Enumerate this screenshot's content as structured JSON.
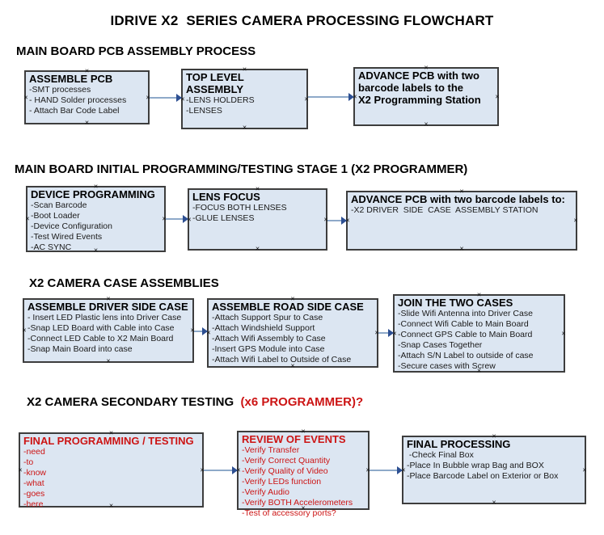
{
  "title": "IDRIVE X2  SERIES CAMERA PROCESSING FLOWCHART",
  "colors": {
    "box_fill": "#dce6f2",
    "box_border": "#3d3d3d",
    "arrow_line": "#8ea9c9",
    "arrow_head": "#2d4f92",
    "accent_red": "#cc1414"
  },
  "sections": [
    {
      "heading": "MAIN BOARD PCB ASSEMBLY PROCESS"
    },
    {
      "heading": "MAIN BOARD INITIAL PROGRAMMING/TESTING STAGE 1 (X2 PROGRAMMER)"
    },
    {
      "heading": "X2 CAMERA CASE ASSEMBLIES"
    },
    {
      "heading": "X2 CAMERA SECONDARY TESTING ",
      "heading_suffix": " (x6 PROGRAMMER)?"
    }
  ],
  "boxes": {
    "assemble_pcb": {
      "title": "ASSEMBLE PCB",
      "items": [
        "-SMT processes",
        "- HAND Solder processes",
        "- Attach Bar Code Label"
      ]
    },
    "top_level_assembly": {
      "title": "TOP LEVEL ASSEMBLY",
      "items": [
        "-LENS HOLDERS",
        "-LENSES"
      ]
    },
    "advance_pcb_programming_station": {
      "title": "ADVANCE PCB with two\nbarcode labels to the\n X2 Programming Station",
      "items": []
    },
    "device_programming": {
      "title": "DEVICE PROGRAMMING",
      "items": [
        "-Scan Barcode",
        "-Boot Loader",
        "-Device Configuration",
        "-Test Wired Events",
        "-AC SYNC"
      ]
    },
    "lens_focus": {
      "title": "LENS FOCUS",
      "items": [
        "-FOCUS BOTH LENSES",
        "-GLUE LENSES"
      ]
    },
    "advance_pcb_case_station": {
      "title": "ADVANCE PCB with two barcode labels to:",
      "items": [
        "-X2 DRIVER  SIDE  CASE  ASSEMBLY STATION"
      ]
    },
    "assemble_driver_side_case": {
      "title": "ASSEMBLE DRIVER SIDE CASE",
      "items": [
        "- Insert LED Plastic lens into Driver Case",
        "-Snap LED Board with Cable into Case",
        "-Connect LED Cable to X2 Main Board",
        "-Snap Main Board into case"
      ]
    },
    "assemble_road_side_case": {
      "title": "ASSEMBLE ROAD SIDE CASE",
      "items": [
        "-Attach Support Spur to Case",
        "-Attach Windshield Support",
        "-Attach Wifi Assembly to Case",
        "-Insert GPS Module into Case",
        "-Attach Wifi Label to Outside of Case"
      ]
    },
    "join_the_two_cases": {
      "title": "JOIN THE TWO CASES",
      "items": [
        "-Slide Wifi Antenna into Driver Case",
        "-Connect Wifi Cable to Main Board",
        "-Connect GPS Cable to Main Board",
        "-Snap Cases Together",
        "-Attach S/N Label to outside of case",
        "-Secure cases with Screw"
      ]
    },
    "final_programming_testing": {
      "title": "FINAL PROGRAMMING / TESTING",
      "items": [
        "-need",
        "-to",
        "-know",
        "-what",
        "-goes",
        "-here"
      ]
    },
    "review_of_events": {
      "title": "REVIEW OF EVENTS",
      "items": [
        "-Verify Transfer",
        "-Verify Correct Quantity",
        "-Verify Quality of Video",
        "-Verify LEDs function",
        "-Verify Audio",
        "-Verify BOTH Accelerometers",
        "-Test of accessory ports?"
      ]
    },
    "final_processing": {
      "title": "FINAL PROCESSING",
      "items": [
        " -Check Final Box",
        "-Place In Bubble wrap Bag and BOX",
        "-Place Barcode Label on Exterior or Box"
      ]
    }
  }
}
